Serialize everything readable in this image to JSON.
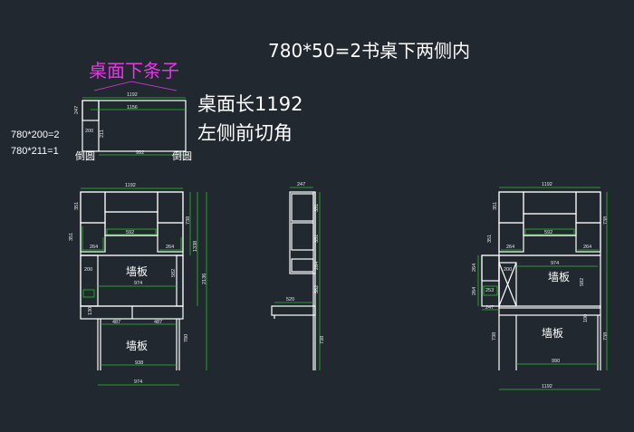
{
  "title": "780*50=2书桌下两侧内",
  "desk_strip": {
    "label": "桌面下条子",
    "note_line1": "780*200=2",
    "note_line2": "780*211=1",
    "round_left": "倒圆",
    "round_right": "倒圆",
    "top_length_label": "桌面长1192",
    "corner_cut_label": "左侧前切角",
    "dims": {
      "d1192": "1192",
      "d1156": "1156",
      "d247": "247",
      "d200": "200",
      "d211": "211",
      "d992": "992"
    }
  },
  "front_view": {
    "dims": {
      "d1192": "1192",
      "d351a": "351",
      "d351b": "351",
      "d592": "592",
      "d264a": "264",
      "d264b": "264",
      "d200": "200",
      "d974a": "974",
      "d582": "582",
      "d738a": "738",
      "d1338": "1338",
      "d2136": "2136",
      "d130": "130",
      "d487a": "487",
      "d487b": "487",
      "d780": "780",
      "d938": "938",
      "d974b": "974"
    },
    "wall_top": "墙板",
    "wall_bottom": "墙板"
  },
  "side_view": {
    "dims": {
      "d247": "247",
      "d351a": "351",
      "d351b": "351",
      "d264": "264",
      "d582": "582",
      "d520": "520",
      "d738": "738"
    }
  },
  "right_view": {
    "dims": {
      "d1192a": "1192",
      "d351a": "351",
      "d592": "592",
      "d738a": "738",
      "d351b": "351",
      "d264a": "264",
      "d264b": "264",
      "d200": "200",
      "d264c": "264",
      "d253": "253",
      "d264d": "264",
      "d247": "247",
      "d974": "974",
      "d582": "582",
      "d100": "100",
      "d738b": "738",
      "d738c": "738",
      "d990": "990",
      "d1192b": "1192"
    },
    "wall_top": "墙板",
    "wall_bottom": "墙板"
  }
}
